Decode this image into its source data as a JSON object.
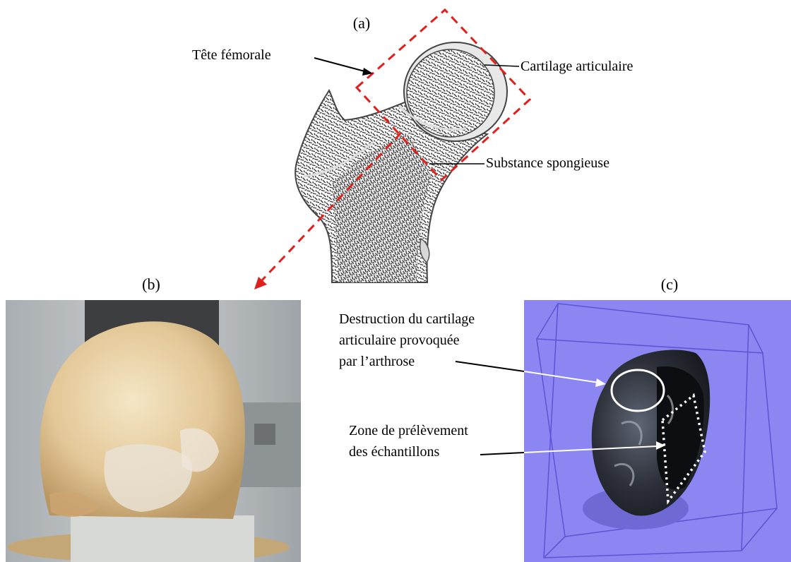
{
  "panels": {
    "a": {
      "label": "(a)"
    },
    "b": {
      "label": "(b)"
    },
    "c": {
      "label": "(c)"
    }
  },
  "annotations": {
    "tete_femorale": "Tête fémorale",
    "cartilage_articulaire": "Cartilage articulaire",
    "substance_spongieuse": "Substance spongieuse",
    "destruction_line1": "Destruction du cartilage",
    "destruction_line2": "articulaire provoquée",
    "destruction_line3": "par l’arthrose",
    "zone_line1": "Zone de prélèvement",
    "zone_line2": "des échantillons"
  },
  "colors": {
    "dashed_box": "#e0201c",
    "volume_bg": "#8c86f2",
    "bone_photo": "#e8d2a6",
    "bone_scan": "#2a2d36"
  }
}
